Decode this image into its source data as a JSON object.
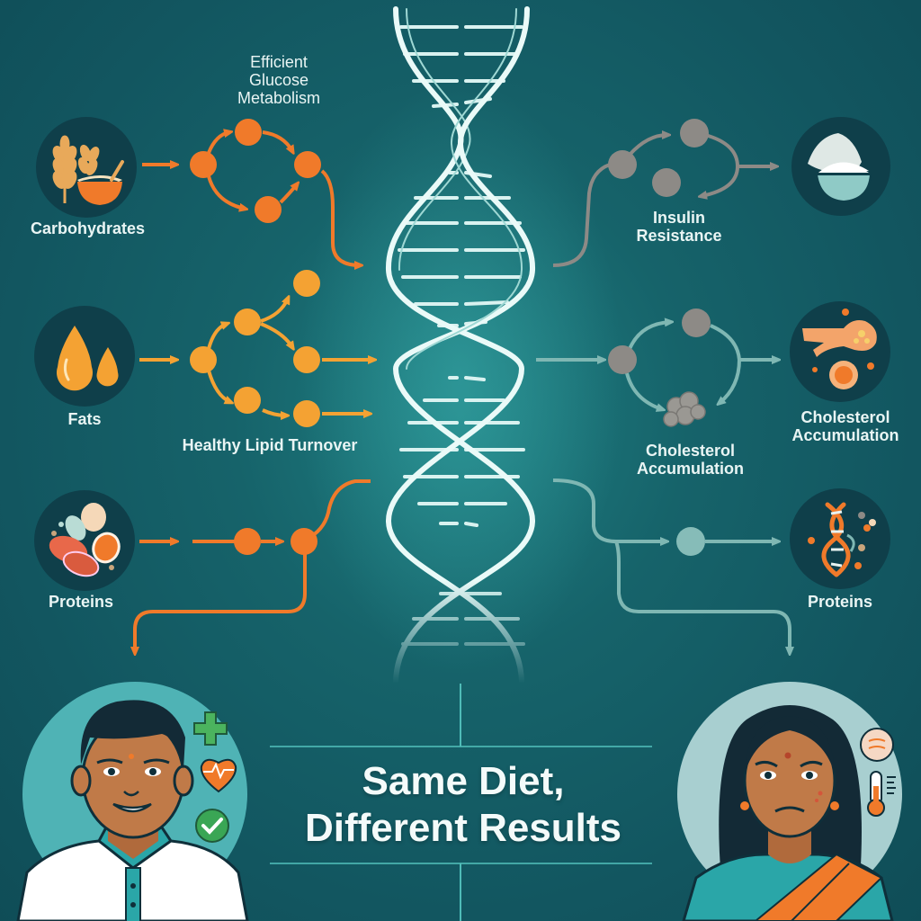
{
  "title": {
    "line1": "Same Diet,",
    "line2": "Different Results"
  },
  "left_panel": {
    "nutrients": [
      {
        "label": "Carbohydrates",
        "icon": "grain-bowl-icon"
      },
      {
        "label": "Fats",
        "icon": "oil-drops-icon"
      },
      {
        "label": "Proteins",
        "icon": "meat-egg-icon"
      }
    ],
    "pathways": [
      {
        "label": "Efficient Glucose Metabolism",
        "lines": [
          "Efficient",
          "Glucose",
          "Metabolism"
        ]
      },
      {
        "label": "Healthy Lipid Turnover"
      }
    ],
    "person": {
      "description": "smiling man",
      "status_icons": [
        "plus-icon",
        "heart-pulse-icon",
        "check-icon"
      ]
    },
    "accent_color": "#f07a2a",
    "fat_color": "#f4a233"
  },
  "right_panel": {
    "outcomes": [
      {
        "label": "Insulin Resistance",
        "lines": [
          "Insulin",
          "Resistance"
        ],
        "icon": "sugar-bowl-icon"
      },
      {
        "label": "Cholesterol Accumulation",
        "lines": [
          "Cholesterol",
          "Accumulation"
        ],
        "icon": "clogged-artery-icon"
      },
      {
        "label": "Proteins",
        "icon": "dna-molecule-icon"
      }
    ],
    "pathway_labels": [
      {
        "label": "Cholesterol Accumulation",
        "lines": [
          "Cholesterol",
          "Accumulation"
        ]
      }
    ],
    "person": {
      "description": "unwell woman",
      "status_icons": [
        "nauseous-face-icon",
        "thermometer-icon"
      ]
    },
    "path_color": "#7fb7b3",
    "node_color": "#8d8a86"
  },
  "center": {
    "graphic": "dna-double-helix-icon"
  },
  "colors": {
    "background": "#145c65",
    "icon_circle": "#0f3f4a",
    "text": "#e9f5f4"
  }
}
